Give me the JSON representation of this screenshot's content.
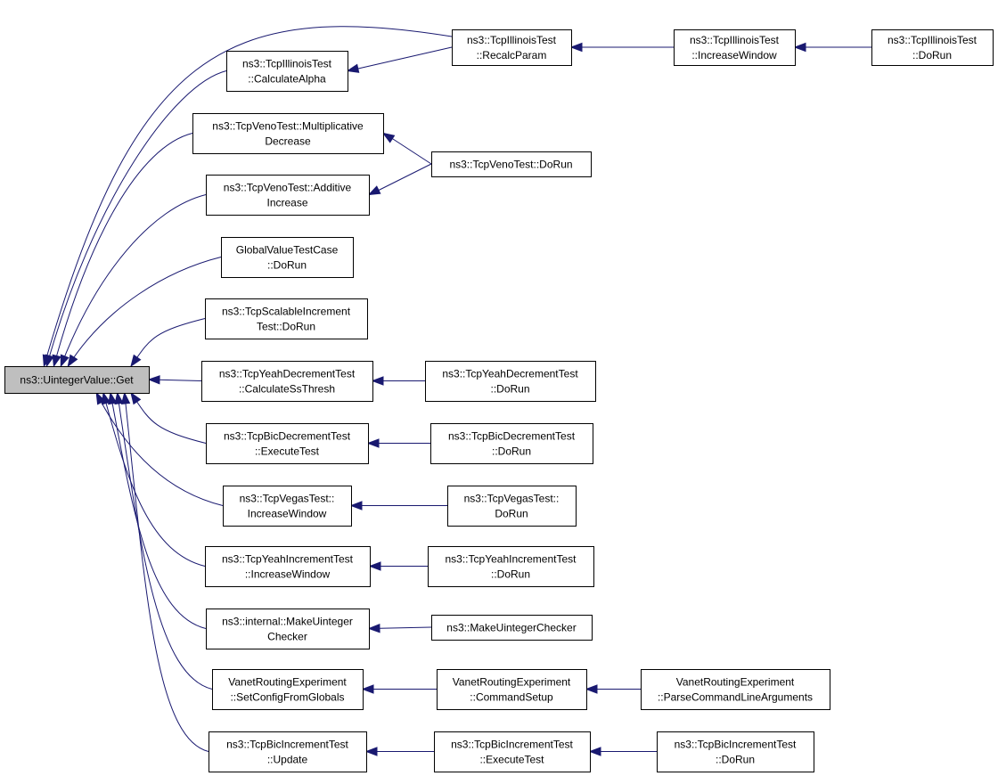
{
  "colors": {
    "edge": "#191970",
    "root_fill": "#bfbfbf",
    "node_fill": "#ffffff",
    "border": "#000000",
    "text": "#000000"
  },
  "nodes": [
    {
      "id": "get",
      "lines": [
        "ns3::UintegerValue::Get"
      ],
      "root": true
    },
    {
      "id": "recalc",
      "lines": [
        "ns3::TcpIllinoisTest",
        "::RecalcParam"
      ]
    },
    {
      "id": "ill_inc",
      "lines": [
        "ns3::TcpIllinoisTest",
        "::IncreaseWindow"
      ]
    },
    {
      "id": "ill_run",
      "lines": [
        "ns3::TcpIllinoisTest",
        "::DoRun"
      ]
    },
    {
      "id": "calc_alpha",
      "lines": [
        "ns3::TcpIllinoisTest",
        "::CalculateAlpha"
      ]
    },
    {
      "id": "veno_md",
      "lines": [
        "ns3::TcpVenoTest::Multiplicative",
        "Decrease"
      ]
    },
    {
      "id": "veno_run",
      "lines": [
        "ns3::TcpVenoTest::DoRun"
      ]
    },
    {
      "id": "veno_ai",
      "lines": [
        "ns3::TcpVenoTest::Additive",
        "Increase"
      ]
    },
    {
      "id": "gv_run",
      "lines": [
        "GlobalValueTestCase",
        "::DoRun"
      ]
    },
    {
      "id": "scal_run",
      "lines": [
        "ns3::TcpScalableIncrement",
        "Test::DoRun"
      ]
    },
    {
      "id": "yd_ssth",
      "lines": [
        "ns3::TcpYeahDecrementTest",
        "::CalculateSsThresh"
      ]
    },
    {
      "id": "yd_run",
      "lines": [
        "ns3::TcpYeahDecrementTest",
        "::DoRun"
      ]
    },
    {
      "id": "bd_exec",
      "lines": [
        "ns3::TcpBicDecrementTest",
        "::ExecuteTest"
      ]
    },
    {
      "id": "bd_run",
      "lines": [
        "ns3::TcpBicDecrementTest",
        "::DoRun"
      ]
    },
    {
      "id": "vg_inc",
      "lines": [
        "ns3::TcpVegasTest::",
        "IncreaseWindow"
      ]
    },
    {
      "id": "vg_run",
      "lines": [
        "ns3::TcpVegasTest::",
        "DoRun"
      ]
    },
    {
      "id": "yi_inc",
      "lines": [
        "ns3::TcpYeahIncrementTest",
        "::IncreaseWindow"
      ]
    },
    {
      "id": "yi_run",
      "lines": [
        "ns3::TcpYeahIncrementTest",
        "::DoRun"
      ]
    },
    {
      "id": "int_muc",
      "lines": [
        "ns3::internal::MakeUinteger",
        "Checker"
      ]
    },
    {
      "id": "muc",
      "lines": [
        "ns3::MakeUintegerChecker"
      ]
    },
    {
      "id": "vre_cfg",
      "lines": [
        "VanetRoutingExperiment",
        "::SetConfigFromGlobals"
      ]
    },
    {
      "id": "vre_cmd",
      "lines": [
        "VanetRoutingExperiment",
        "::CommandSetup"
      ]
    },
    {
      "id": "vre_parse",
      "lines": [
        "VanetRoutingExperiment",
        "::ParseCommandLineArguments"
      ]
    },
    {
      "id": "bi_upd",
      "lines": [
        "ns3::TcpBicIncrementTest",
        "::Update"
      ]
    },
    {
      "id": "bi_exec",
      "lines": [
        "ns3::TcpBicIncrementTest",
        "::ExecuteTest"
      ]
    },
    {
      "id": "bi_run",
      "lines": [
        "ns3::TcpBicIncrementTest",
        "::DoRun"
      ]
    }
  ],
  "edges": [
    {
      "from": "recalc",
      "to": "get"
    },
    {
      "from": "calc_alpha",
      "to": "get"
    },
    {
      "from": "veno_md",
      "to": "get"
    },
    {
      "from": "veno_ai",
      "to": "get"
    },
    {
      "from": "gv_run",
      "to": "get"
    },
    {
      "from": "scal_run",
      "to": "get"
    },
    {
      "from": "yd_ssth",
      "to": "get"
    },
    {
      "from": "bd_exec",
      "to": "get"
    },
    {
      "from": "vg_inc",
      "to": "get"
    },
    {
      "from": "yi_inc",
      "to": "get"
    },
    {
      "from": "int_muc",
      "to": "get"
    },
    {
      "from": "vre_cfg",
      "to": "get"
    },
    {
      "from": "bi_upd",
      "to": "get"
    },
    {
      "from": "recalc",
      "to": "calc_alpha"
    },
    {
      "from": "ill_inc",
      "to": "recalc"
    },
    {
      "from": "ill_run",
      "to": "ill_inc"
    },
    {
      "from": "veno_run",
      "to": "veno_md"
    },
    {
      "from": "veno_run",
      "to": "veno_ai"
    },
    {
      "from": "yd_run",
      "to": "yd_ssth"
    },
    {
      "from": "bd_run",
      "to": "bd_exec"
    },
    {
      "from": "vg_run",
      "to": "vg_inc"
    },
    {
      "from": "yi_run",
      "to": "yi_inc"
    },
    {
      "from": "muc",
      "to": "int_muc"
    },
    {
      "from": "vre_cmd",
      "to": "vre_cfg"
    },
    {
      "from": "vre_parse",
      "to": "vre_cmd"
    },
    {
      "from": "bi_exec",
      "to": "bi_upd"
    },
    {
      "from": "bi_run",
      "to": "bi_exec"
    }
  ]
}
